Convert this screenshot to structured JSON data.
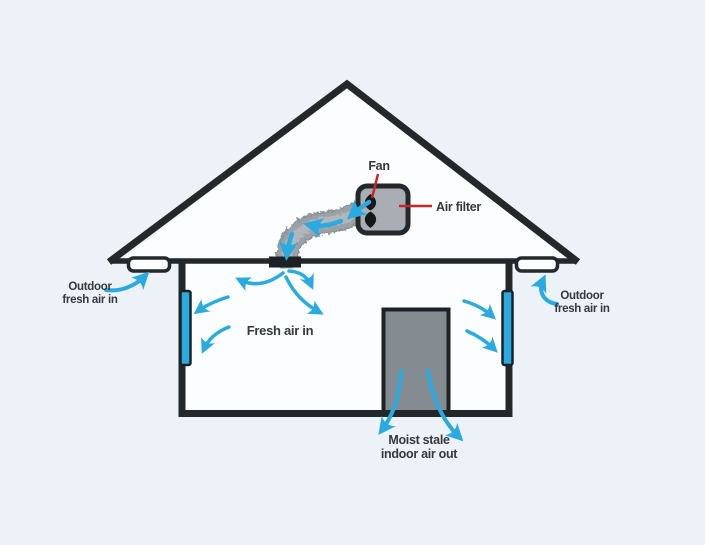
{
  "diagram": {
    "type": "house-ventilation-cross-section",
    "labels": {
      "fan": "Fan",
      "air_filter": "Air filter",
      "outdoor_left_line1": "Outdoor",
      "outdoor_left_line2": "fresh air in",
      "outdoor_right_line1": "Outdoor",
      "outdoor_right_line2": "fresh air in",
      "fresh_air_in": "Fresh air in",
      "moist_stale_line1": "Moist stale",
      "moist_stale_line2": "indoor air out"
    },
    "colors": {
      "background": "#edf2f8",
      "interior_white": "#fbfdfe",
      "outline_black": "#25282b",
      "airflow_blue": "#29abe2",
      "callout_red": "#c9252c",
      "duct_gray": "#9ba1a7",
      "duct_highlight": "#b0b6bb",
      "filter_gray": "#a8aeb3",
      "door_gray": "#858c91",
      "label_text": "#35393d"
    },
    "components": [
      "roof",
      "ceiling-eave-line",
      "left-wall",
      "right-wall",
      "floor",
      "soffit-vent-left",
      "soffit-vent-right",
      "fan-filter-box",
      "fan-blade",
      "flex-duct",
      "ceiling-register",
      "wall-vent-left",
      "wall-vent-right",
      "door-exhaust",
      "airflow-arrows",
      "callout-lines"
    ]
  }
}
